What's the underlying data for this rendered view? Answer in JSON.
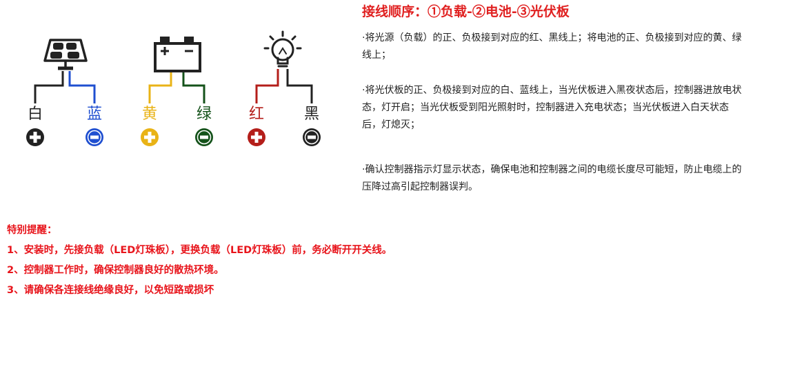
{
  "diagram": {
    "devices": [
      {
        "name": "solar-panel",
        "icon": "solar-panel-icon"
      },
      {
        "name": "battery",
        "icon": "battery-icon"
      },
      {
        "name": "load-bulb",
        "icon": "light-bulb-icon"
      }
    ],
    "wires": [
      {
        "label": "白",
        "color": "#222222",
        "polarity": "positive"
      },
      {
        "label": "蓝",
        "color": "#1f4fd0",
        "polarity": "negative"
      },
      {
        "label": "黄",
        "color": "#e9b316",
        "polarity": "positive"
      },
      {
        "label": "绿",
        "color": "#14521a",
        "polarity": "negative"
      },
      {
        "label": "红",
        "color": "#b41e1a",
        "polarity": "positive"
      },
      {
        "label": "黑",
        "color": "#222222",
        "polarity": "negative"
      }
    ]
  },
  "instructions": {
    "title": "接线顺序：①负载-②电池-③光伏板",
    "paragraphs": [
      "·将光源（负载）的正、负极接到对应的红、黑线上；将电池的正、负极接到对应的黄、绿线上；",
      "·将光伏板的正、负极接到对应的白、蓝线上，当光伏板进入黑夜状态后，控制器进放电状态，灯开启；当光伏板受到阳光照射时，控制器进入充电状态；当光伏板进入白天状态后，灯熄灭；",
      "·确认控制器指示灯显示状态，确保电池和控制器之间的电缆长度尽可能短，防止电缆上的压降过高引起控制器误判。"
    ]
  },
  "notes": {
    "heading": "特别提醒：",
    "items": [
      "1、安装时，先接负载（LED灯珠板），更换负载（LED灯珠板）前，务必断开开关线。",
      "2、控制器工作时，确保控制器良好的散热环境。",
      "3、请确保各连接线绝缘良好，以免短路或损坏"
    ]
  }
}
